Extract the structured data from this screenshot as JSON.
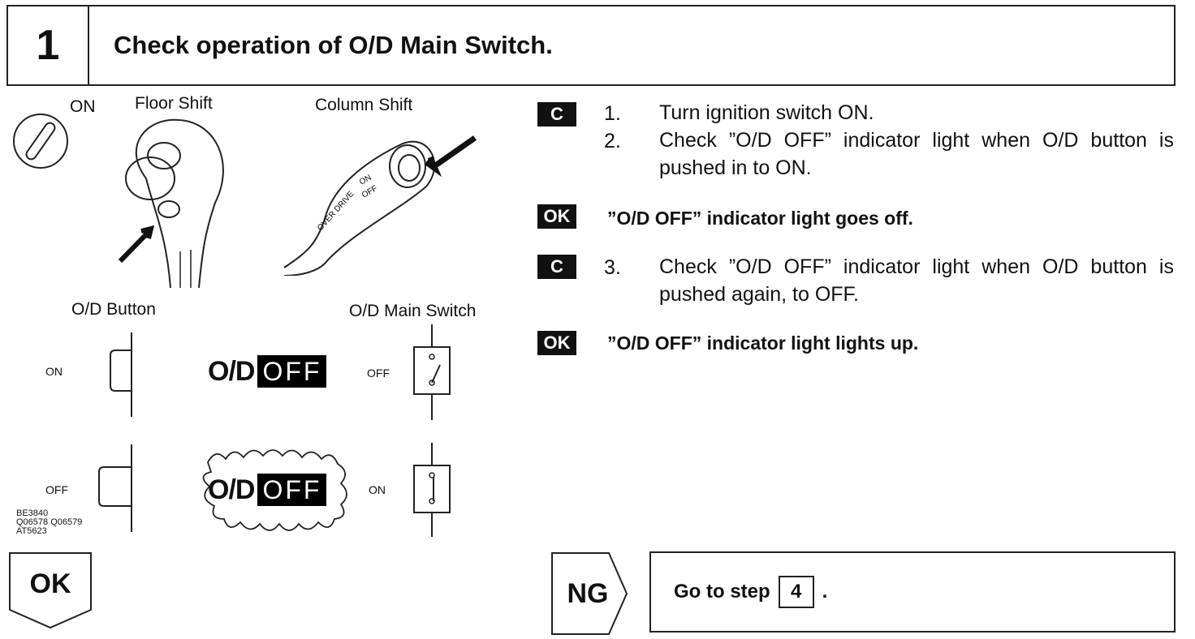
{
  "header": {
    "step_number": "1",
    "title": "Check operation of O/D Main Switch."
  },
  "figure": {
    "ignition_label": "ON",
    "floor_shift_label": "Floor Shift",
    "column_shift_label": "Column Shift",
    "column_marks": {
      "overdrive": "OVER DRIVE",
      "on": "ON",
      "off": "OFF"
    },
    "od_button_label": "O/D Button",
    "od_main_switch_label": "O/D Main Switch",
    "row1": {
      "button_state": "ON",
      "switch_state": "OFF",
      "od_text": "O/D",
      "off_text": "OFF"
    },
    "row2": {
      "button_state": "OFF",
      "switch_state": "ON",
      "od_text": "O/D",
      "off_text": "OFF"
    },
    "ref_codes": [
      "BE3840",
      "Q06578 Q06579",
      "AT5623"
    ]
  },
  "instructions": {
    "c_badge": "C",
    "ok_badge": "OK",
    "step1": {
      "num": "1.",
      "text": "Turn ignition switch ON."
    },
    "step2": {
      "num": "2.",
      "text": "Check ”O/D OFF” indicator light when O/D button is pushed in to ON."
    },
    "result1": "”O/D OFF” indicator light goes off.",
    "step3": {
      "num": "3.",
      "text": "Check ”O/D OFF” indicator light when O/D button is pushed again, to OFF."
    },
    "result2": "”O/D OFF” indicator light lights up."
  },
  "bottom": {
    "ok_label": "OK",
    "ng_label": "NG",
    "goto_prefix": "Go to step",
    "goto_step": "4",
    "goto_suffix": "."
  }
}
